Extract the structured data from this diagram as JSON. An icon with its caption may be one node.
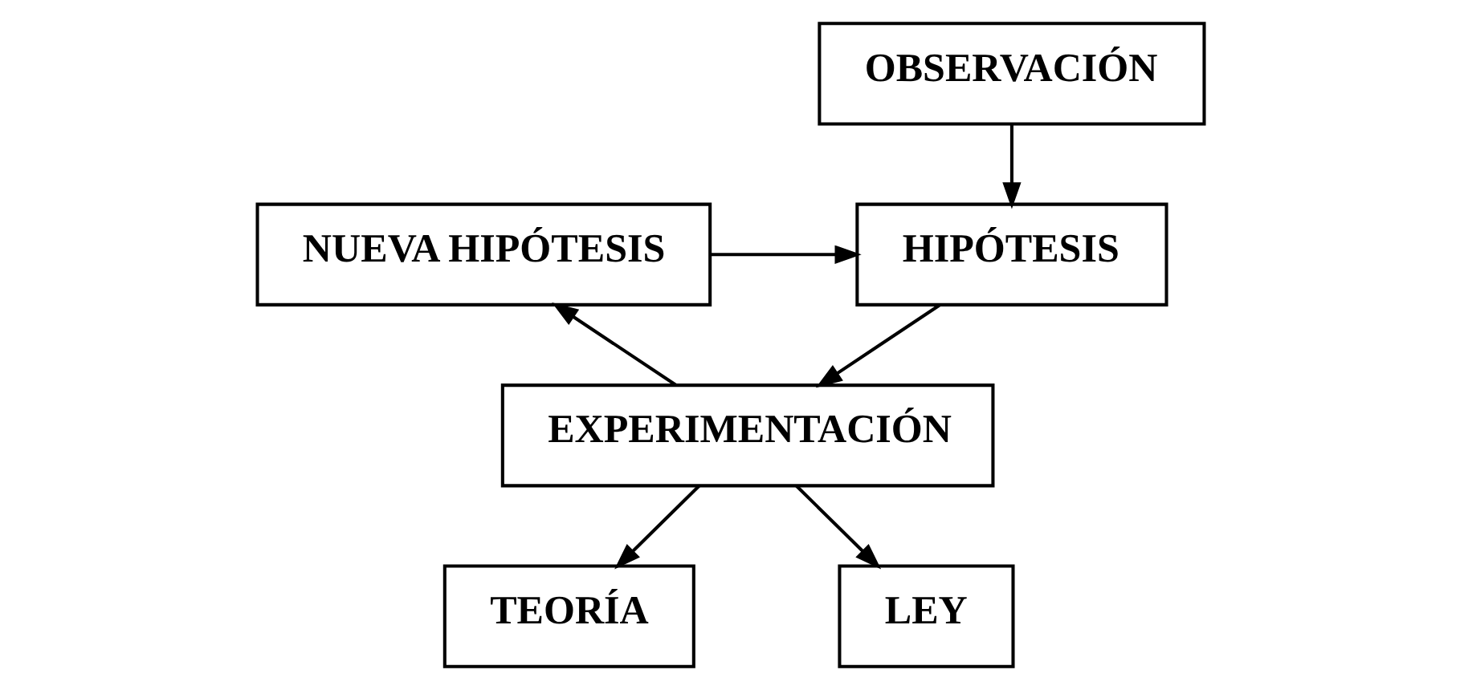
{
  "diagram": {
    "nodes": [
      {
        "text": [
          "OBSERVACIÓN"
        ]
      },
      {
        "text": [
          "HIPÓTESIS"
        ]
      },
      {
        "text": [
          "NUEVA HIPÓTESIS"
        ]
      },
      {
        "text": [
          "EXPERIMENTACIÓN"
        ]
      },
      {
        "text": [
          "TEORÍA"
        ]
      },
      {
        "text": [
          "LEY"
        ]
      }
    ],
    "edges": [
      {
        "from": 0,
        "to": 1,
        "arrow": "to"
      },
      {
        "from": 2,
        "to": 1,
        "arrow": "to"
      },
      {
        "from": 1,
        "to": 3,
        "arrow": "to"
      },
      {
        "from": 3,
        "to": 2,
        "arrow": "to"
      },
      {
        "from": 3,
        "to": 4,
        "arrow": "to"
      },
      {
        "from": 3,
        "to": 5,
        "arrow": "to"
      }
    ]
  }
}
